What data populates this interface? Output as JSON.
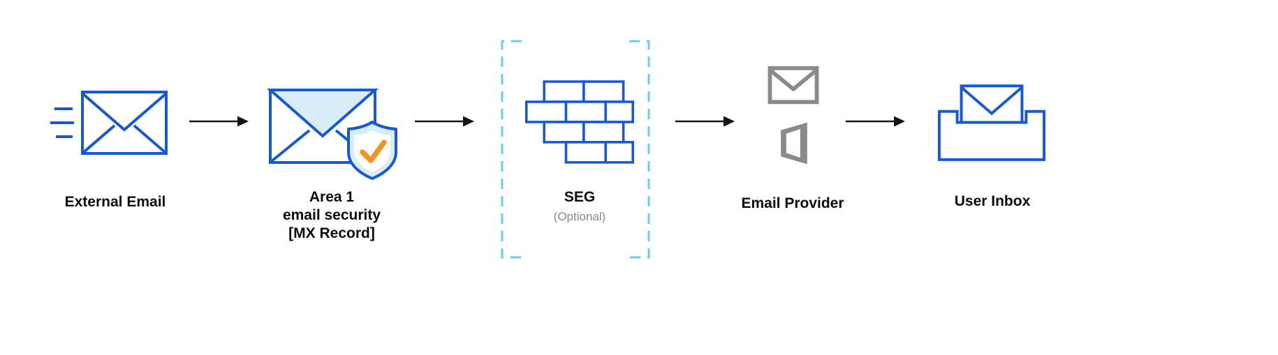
{
  "nodes": {
    "external_email": {
      "label": "External Email"
    },
    "area1": {
      "label_lines": [
        "Area 1",
        "email security",
        "[MX Record]"
      ]
    },
    "seg": {
      "label": "SEG",
      "sublabel": "(Optional)"
    },
    "email_provider": {
      "label": "Email Provider"
    },
    "user_inbox": {
      "label": "User Inbox"
    }
  },
  "icons": {
    "external_email": "envelope-with-speed-lines-icon",
    "area1": "envelope-with-shield-check-icon",
    "seg": "brick-wall-firewall-icon",
    "email_provider": [
      "gmail-icon",
      "office-icon"
    ],
    "user_inbox": "envelope-in-tray-icon"
  },
  "colors": {
    "primary_blue": "#1658d6",
    "light_blue_fill": "#d9edf8",
    "accent_orange": "#f6931e",
    "gray_icon": "#8a8a8a",
    "dashed_cyan": "#66cfe2",
    "arrow_black": "#141414",
    "text_black": "#0c0c0c",
    "text_gray": "#8a8a8a"
  }
}
